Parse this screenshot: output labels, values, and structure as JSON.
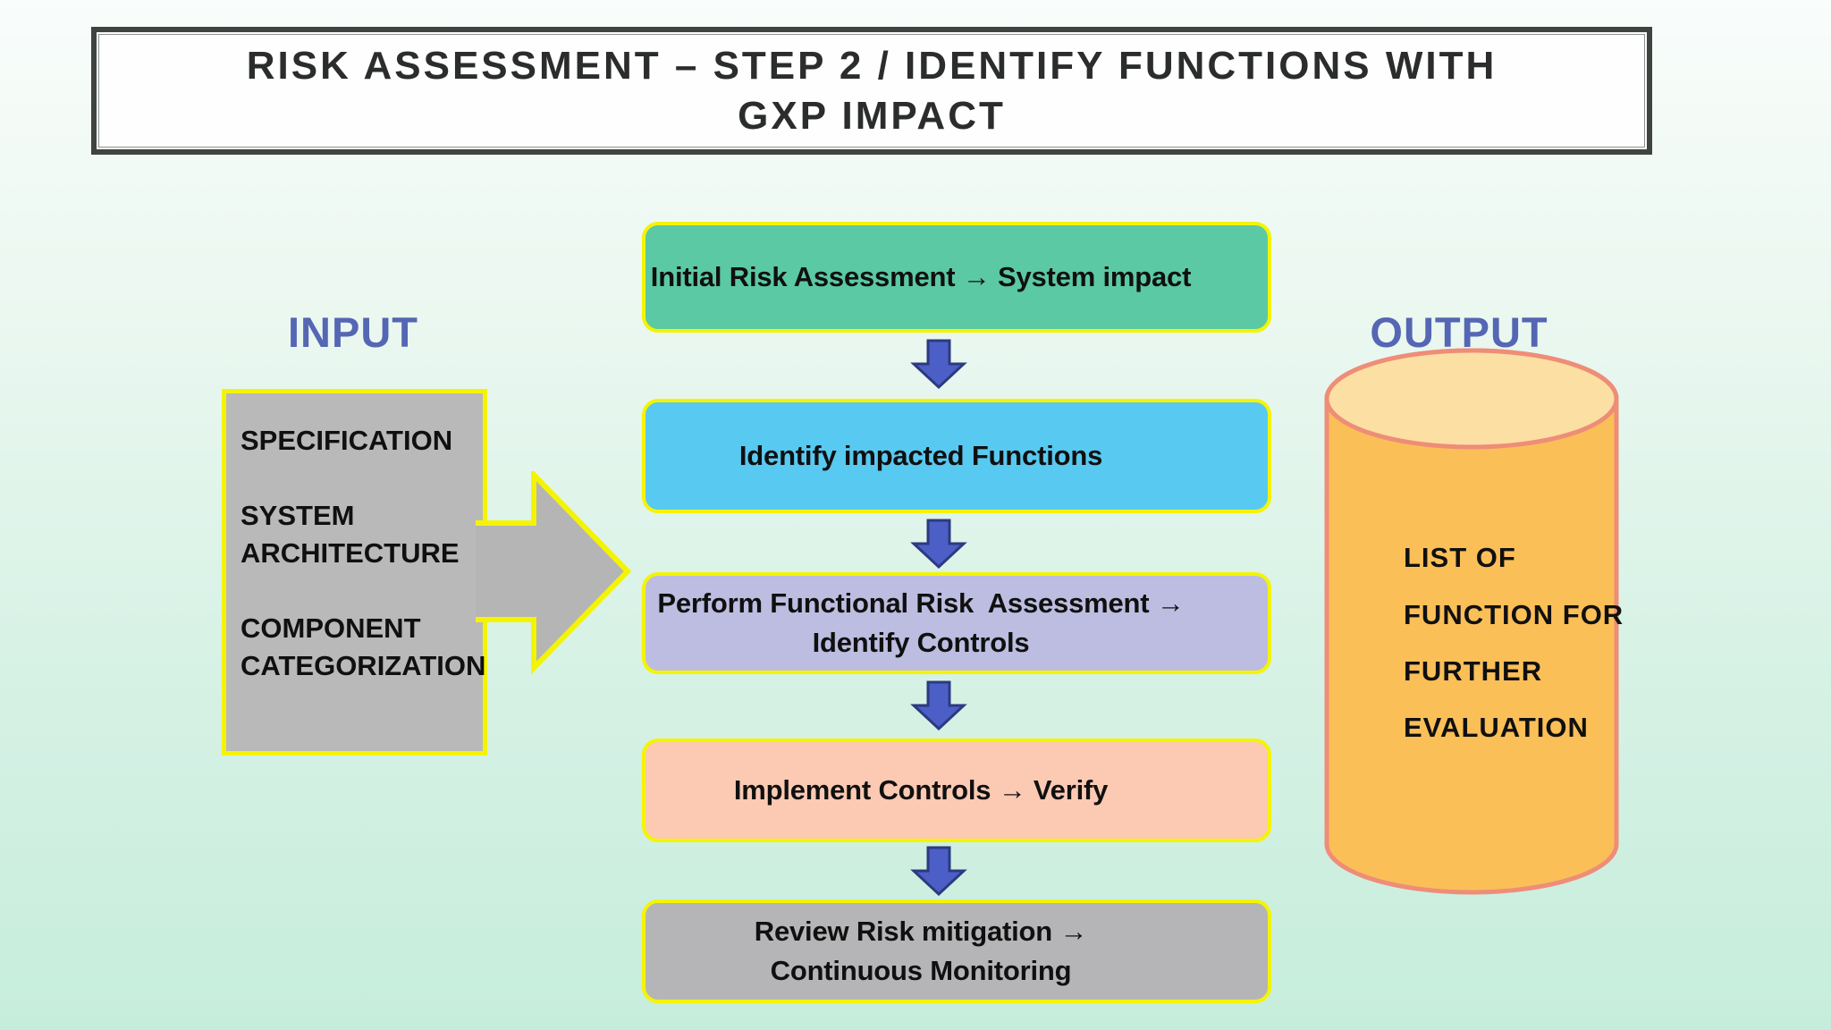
{
  "slide": {
    "title_line1": "RISK ASSESSMENT – STEP 2 / IDENTIFY FUNCTIONS WITH",
    "title_line2": "GXP IMPACT"
  },
  "input_panel": {
    "label": "INPUT",
    "items": [
      "SPECIFICATION",
      "SYSTEM ARCHITECTURE",
      "COMPONENT CATEGORIZATION"
    ]
  },
  "flow": {
    "steps": [
      {
        "line1": "Initial Risk Assessment → System impact",
        "line2": "",
        "color": "#5bc9a3"
      },
      {
        "line1": "Identify impacted Functions",
        "line2": "",
        "color": "#58c9f0"
      },
      {
        "line1": "Perform Functional Risk  Assessment →",
        "line2": "Identify Controls",
        "color": "#bcbde0"
      },
      {
        "line1": "Implement Controls → Verify",
        "line2": "",
        "color": "#fcc9b3"
      },
      {
        "line1": "Review Risk mitigation →",
        "line2": "Continuous Monitoring",
        "color": "#b5b5b7"
      }
    ]
  },
  "output_panel": {
    "label": "OUTPUT",
    "lines": [
      "LIST OF",
      "FUNCTION FOR",
      "FURTHER",
      "EVALUATION"
    ]
  },
  "colors": {
    "background_top": "#f9fdfb",
    "background_bottom": "#c6eddc",
    "title_border": "#3f4441",
    "title_text": "#2b2d2c",
    "io_label_blue": "#5566b4",
    "panel_border_yellow": "#f5f400",
    "input_box_gray": "#b9b9b9",
    "input_arrow_gray": "#b5b5b5",
    "flow_arrow_blue": "#4c5fc6",
    "flow_arrow_outline": "#2c3a80",
    "cylinder_body_orange": "#fbbf58",
    "cylinder_top_cream": "#fcdfa2",
    "cylinder_border_salmon": "#ee8d78",
    "box_text_black": "#101010"
  }
}
